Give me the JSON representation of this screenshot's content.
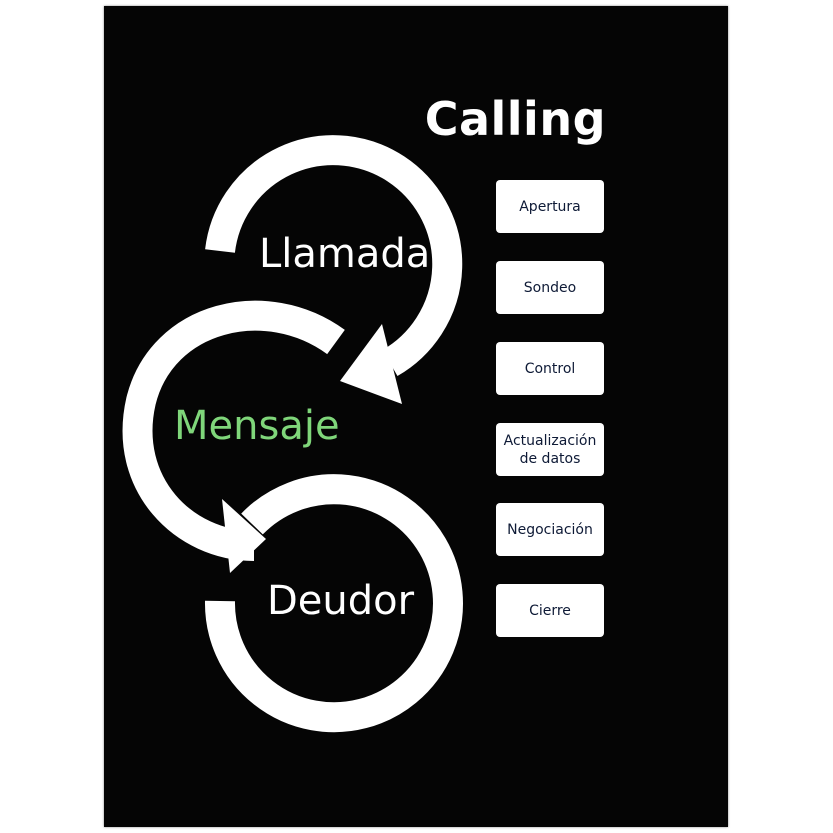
{
  "title": "Calling",
  "nodes": [
    {
      "label": "Llamada"
    },
    {
      "label": "Mensaje"
    },
    {
      "label": "Deudor"
    }
  ],
  "steps": [
    {
      "label": "Apertura"
    },
    {
      "label": "Sondeo"
    },
    {
      "label": "Control"
    },
    {
      "label": "Actualización\nde datos"
    },
    {
      "label": "Negociación"
    },
    {
      "label": "Cierre"
    }
  ],
  "colors": {
    "background": "#050505",
    "accent_text": "#7fd67a",
    "arrow": "#ffffff",
    "step_text": "#0e1a36"
  }
}
